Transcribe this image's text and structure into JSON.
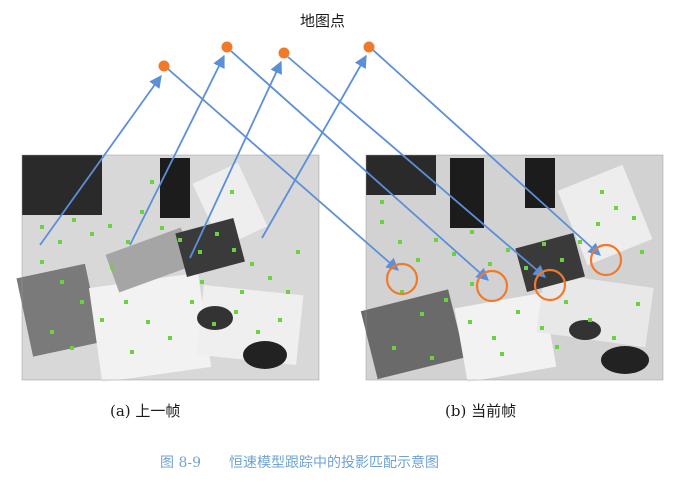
{
  "figure": {
    "title": "地图点",
    "frame_a_caption": "(a)  上一帧",
    "frame_b_caption": "(b)  当前帧",
    "figure_number": "图 8-9",
    "figure_caption": "恒速模型跟踪中的投影匹配示意图"
  },
  "colors": {
    "map_point": "#f07a2a",
    "ray": "#5b8fd8",
    "match_circle": "#f07a2a",
    "feature": "#6ad13f",
    "caption": "#6fa3d4"
  },
  "diagram": {
    "map_points": 4,
    "matches_in_current_frame": 4
  }
}
